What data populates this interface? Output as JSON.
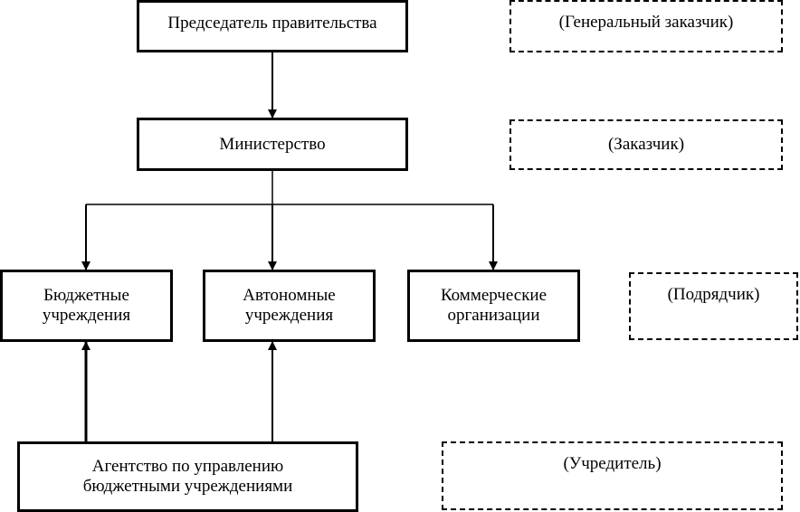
{
  "nodes": {
    "chairman": "Председатель правительства",
    "ministry": "Министерство",
    "budget": "Бюджетные\nучреждения",
    "autonomous": "Автономные\nучреждения",
    "commercial": "Коммерческие\nорганизации",
    "agency": "Агентство по управлению\nбюджетными учреждениями"
  },
  "roles": {
    "general_customer": "(Генеральный заказчик)",
    "customer": "(Заказчик)",
    "contractor": "(Подрядчик)",
    "founder": "(Учредитель)"
  }
}
